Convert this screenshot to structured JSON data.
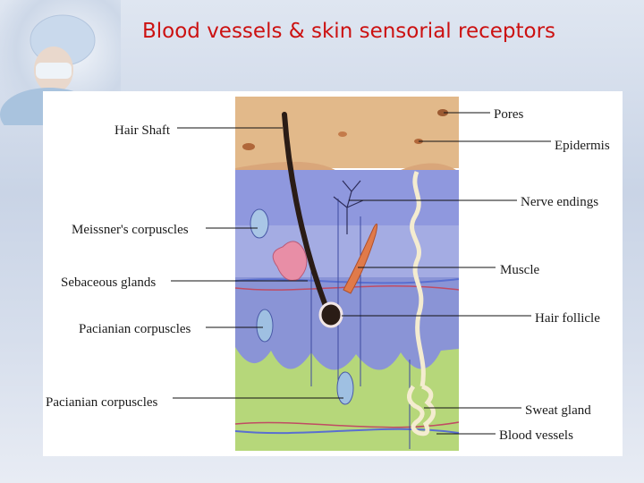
{
  "slide": {
    "title": "Blood vessels & skin sensorial receptors"
  },
  "diagram": {
    "labels": {
      "hair_shaft": "Hair Shaft",
      "meissners_corpuscles": "Meissner's corpuscles",
      "sebaceous_glands": "Sebaceous glands",
      "pacinian_corpuscles_1": "Pacianian corpuscles",
      "pacinian_corpuscles_2": "Pacianian corpuscles",
      "pores": "Pores",
      "epidermis": "Epidermis",
      "nerve_endings": "Nerve endings",
      "muscle": "Muscle",
      "hair_follicle": "Hair follicle",
      "sweat_gland": "Sweat gland",
      "blood_vessels": "Blood vessels"
    }
  },
  "colors": {
    "title": "#cc1111",
    "epidermis": "#e2b98a",
    "dermis": "#8f98de",
    "hypodermis": "#b6d77a"
  }
}
